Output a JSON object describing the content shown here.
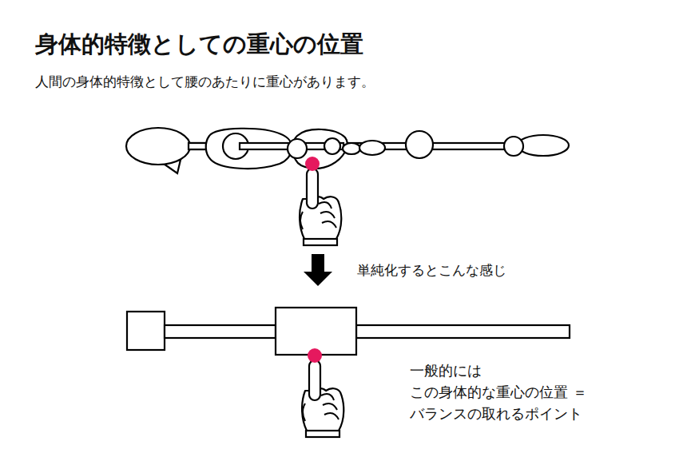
{
  "diagram": {
    "title": "身体的特徴としての重心の位置",
    "labels": [
      "人間の身体的特徴として腰のあたりに重心があります。",
      "単純化するとこんな感じ",
      "一般的には この身体的な重心の位置 ＝バランスの取れるポイント"
    ]
  }
}
